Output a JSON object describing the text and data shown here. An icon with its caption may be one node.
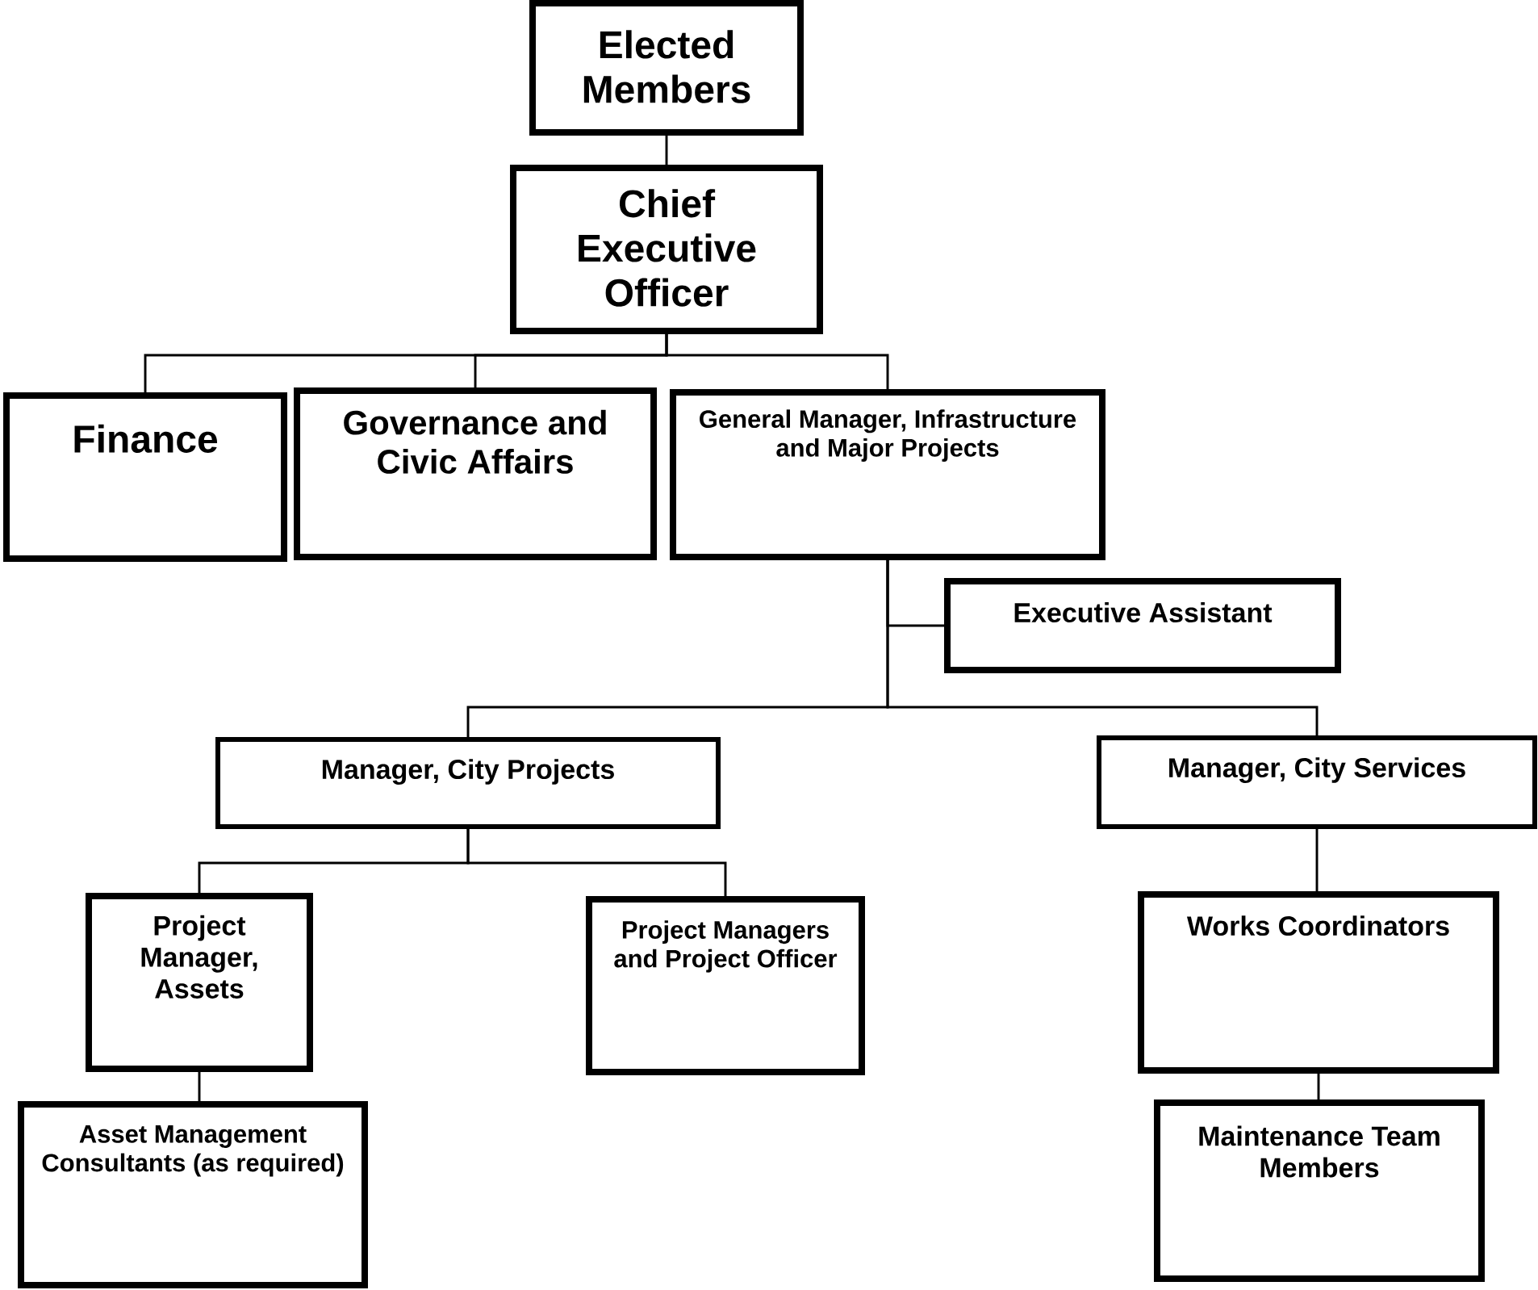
{
  "diagram": {
    "nodes": [
      {
        "text": [
          "Elected Members"
        ]
      },
      {
        "text": [
          "Chief Executive Officer"
        ]
      },
      {
        "text": [
          "Finance"
        ]
      },
      {
        "text": [
          "Governance and Civic Affairs"
        ]
      },
      {
        "text": [
          "General Manager, Infrastructure and Major Projects"
        ]
      },
      {
        "text": [
          "Executive Assistant"
        ]
      },
      {
        "text": [
          "Manager, City Projects"
        ]
      },
      {
        "text": [
          "Manager, City Services"
        ]
      },
      {
        "text": [
          "Project Manager, Assets"
        ]
      },
      {
        "text": [
          "Project Managers and Project Officer"
        ]
      },
      {
        "text": [
          "Works Coordinators"
        ]
      },
      {
        "text": [
          "Asset Management Consultants (as required)"
        ]
      },
      {
        "text": [
          "Maintenance Team Members"
        ]
      }
    ],
    "edges": [
      {
        "from": 0,
        "to": 1,
        "arrow": "none"
      },
      {
        "from": 1,
        "to": 2,
        "arrow": "none"
      },
      {
        "from": 1,
        "to": 3,
        "arrow": "none"
      },
      {
        "from": 1,
        "to": 4,
        "arrow": "none"
      },
      {
        "from": 4,
        "to": 5,
        "arrow": "none"
      },
      {
        "from": 4,
        "to": 6,
        "arrow": "none"
      },
      {
        "from": 4,
        "to": 7,
        "arrow": "none"
      },
      {
        "from": 6,
        "to": 8,
        "arrow": "none"
      },
      {
        "from": 6,
        "to": 9,
        "arrow": "none"
      },
      {
        "from": 7,
        "to": 10,
        "arrow": "none"
      },
      {
        "from": 8,
        "to": 11,
        "arrow": "none"
      },
      {
        "from": 10,
        "to": 12,
        "arrow": "none"
      }
    ]
  }
}
